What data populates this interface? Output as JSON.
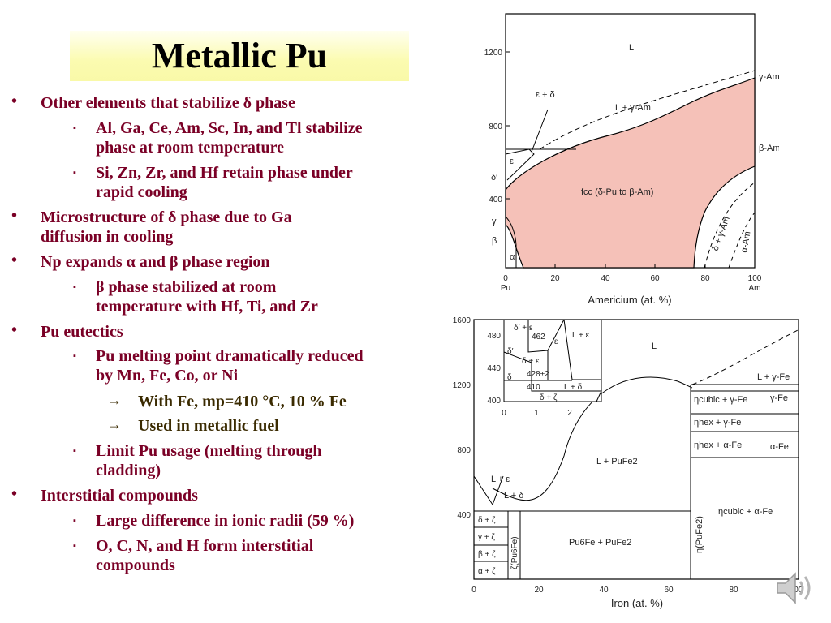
{
  "title": "Metallic Pu",
  "bullets": {
    "b1": "Other elements that stabilize δ phase",
    "b1_1a": "Al, Ga, Ce, Am, Sc, In, and Tl stabilize",
    "b1_1b": "phase at room temperature",
    "b1_2a": "Si, Zn, Zr, and Hf retain phase under",
    "b1_2b": "rapid cooling",
    "b2a": "Microstructure of δ phase due to Ga",
    "b2b": "diffusion in cooling",
    "b3": "Np expands α and β phase region",
    "b3_1a": "β phase stabilized at room",
    "b3_1b": "temperature with Hf, Ti, and Zr",
    "b4": "Pu eutectics",
    "b4_1a": "Pu melting point dramatically reduced",
    "b4_1b": "by Mn, Fe, Co, or Ni",
    "b4_1_1": "With Fe, mp=410 °C, 10 % Fe",
    "b4_1_2": "Used in metallic fuel",
    "b4_2a": "Limit Pu usage (melting through",
    "b4_2b": "cladding)",
    "b5": "Interstitial compounds",
    "b5_1": "Large difference in ionic radii (59 %)",
    "b5_2a": "O, C, N, and H form interstitial",
    "b5_2b": "compounds"
  },
  "markers": {
    "l1": "•",
    "l2": "▪",
    "l3": "→"
  },
  "pu_am_diagram": {
    "xlabel": "Americium (at. %)",
    "x_ticks": [
      "0",
      "20",
      "40",
      "60",
      "80",
      "100"
    ],
    "x_end_left": "Pu",
    "x_end_right": "Am",
    "y_ticks": [
      "1200",
      "800",
      "400"
    ],
    "labels": {
      "liquid": "L",
      "gamma_am": "γ-Am",
      "beta_am": "β-Am",
      "eps_delta": "ε + δ",
      "l_gamma": "L + γ-Am",
      "eps": "ε",
      "delta_p": "δ′",
      "fcc": "fcc (δ-Pu to β-Am)",
      "gamma": "γ",
      "beta": "β",
      "alpha": "α",
      "delta_gamma": "δ + γ-Am",
      "alpha_am": "α-Am"
    }
  },
  "pu_fe_diagram": {
    "xlabel": "Iron (at. %)",
    "x_ticks": [
      "0",
      "20",
      "40",
      "60",
      "80",
      "100"
    ],
    "y_ticks": [
      "1600",
      "1200",
      "800",
      "400"
    ],
    "labels": {
      "liquid": "L",
      "l_gamma_fe": "L + γ-Fe",
      "gamma_fe": "γ-Fe",
      "eta_cubic_gamma": "ηcubic + γ-Fe",
      "eta_hex_gamma": "ηhex + γ-Fe",
      "eta_hex_alpha": "ηhex + α-Fe",
      "alpha_fe": "α-Fe",
      "l_pufe2": "L + PuFe2",
      "l_eps": "L + ε",
      "l_delta": "L + δ",
      "eta_cubic_alpha": "ηcubic + α-Fe",
      "d_zeta": "δ + ζ",
      "g_zeta": "γ + ζ",
      "b_zeta": "β + ζ",
      "a_zeta": "α + ζ",
      "zeta_pu6fe": "ζ(Pu6Fe)",
      "pu6fe_pufe2": "Pu6Fe + PuFe2",
      "eta_pufe2": "η(PuFe2)"
    },
    "inset": {
      "y_ticks": [
        "480",
        "440",
        "400"
      ],
      "x_ticks": [
        "0",
        "1",
        "2"
      ],
      "labels": {
        "dp_eps": "δ′ + ε",
        "t462": "462",
        "eps": "ε",
        "l_eps": "L + ε",
        "dp": "δ′",
        "d_eps": "δ + ε",
        "t428": "428±2",
        "delta": "δ",
        "t410": "410",
        "l_delta": "L + δ",
        "d_zeta": "δ + ζ"
      }
    }
  }
}
